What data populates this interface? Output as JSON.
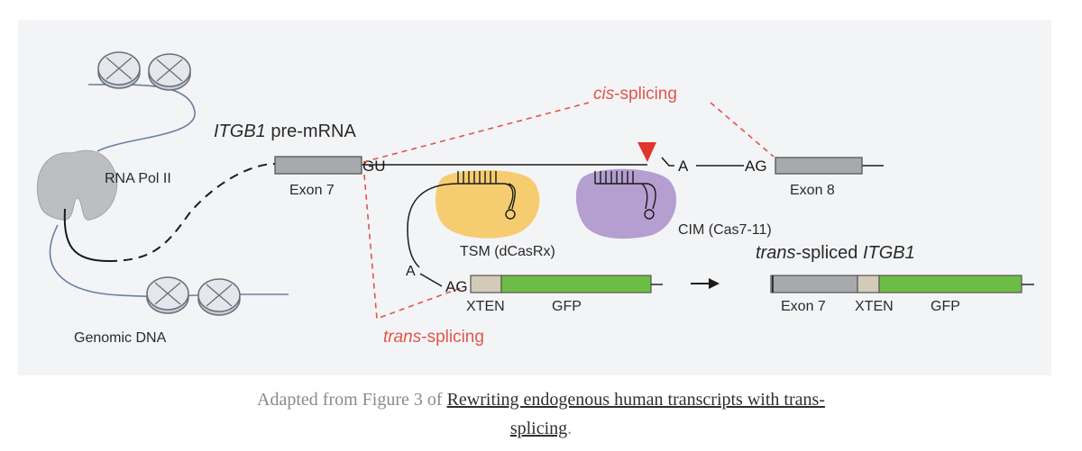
{
  "diagram": {
    "labels": {
      "rna_pol": "RNA Pol II",
      "genomic_dna": "Genomic DNA",
      "premrna_gene": "ITGB1",
      "premrna_suffix": " pre-mRNA",
      "exon7": "Exon 7",
      "exon8": "Exon 8",
      "gu": "GU",
      "a": "A",
      "ag": "AG",
      "a2": "A",
      "ag2": "AG",
      "xten": "XTEN",
      "gfp": "GFP",
      "tsm": "TSM (dCasRx)",
      "cim": "CIM (Cas7-11)",
      "cis_prefix": "cis",
      "cis_suffix": "-splicing",
      "trans_prefix": "trans",
      "trans_suffix": "-splicing",
      "product_prefix": "trans",
      "product_suffix": "-spliced ",
      "product_gene": "ITGB1",
      "product_exon7": "Exon 7",
      "product_xten": "XTEN",
      "product_gfp": "GFP"
    },
    "colors": {
      "panel": "#f3f4f6",
      "exon_gray": "#a7a9ac",
      "xten_beige": "#d3cbb8",
      "gfp_green": "#6cbd45",
      "tsm_yellow": "#f5cd70",
      "cim_purple": "#b49fd0",
      "splice_red": "#e0564a",
      "arrowhead_red": "#e0352b",
      "dna_blue": "#6a7fa0",
      "pol_gray": "#bdbec1"
    }
  },
  "caption": {
    "prefix": "Adapted from Figure 3 of ",
    "link_part1": "Rewriting endogenous human transcripts with trans-",
    "link_part2": "splicing",
    "suffix": "."
  }
}
